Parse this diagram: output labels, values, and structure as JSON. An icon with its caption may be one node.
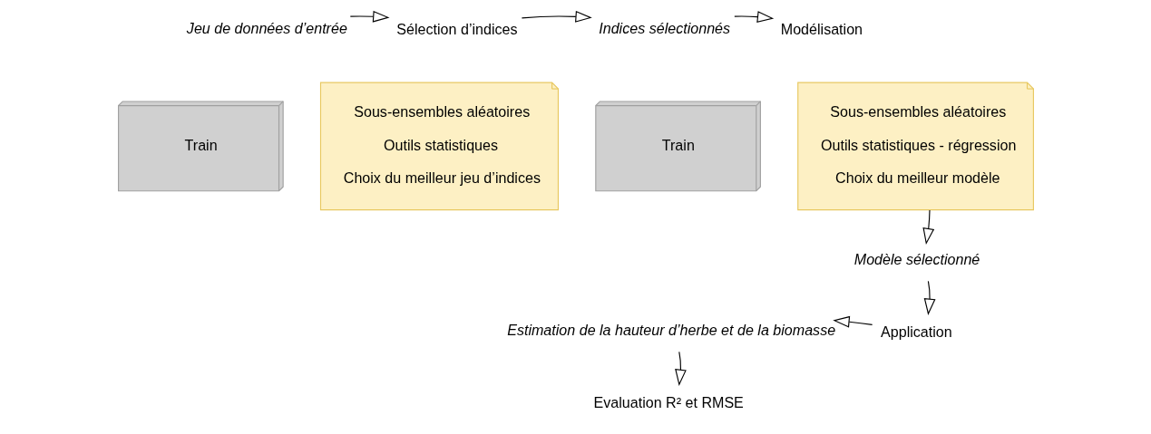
{
  "diagram": {
    "nodes": [
      {
        "text": [
          "Jeu de données d’entrée"
        ]
      },
      {
        "text": [
          "Sélection d’indices"
        ]
      },
      {
        "text": [
          "Indices sélectionnés"
        ]
      },
      {
        "text": [
          "Modélisation"
        ]
      },
      {
        "text": [
          "Train"
        ]
      },
      {
        "text": [
          "Sous-ensembles aléatoires",
          "Outils statistiques",
          "Choix du meilleur jeu d’indices"
        ]
      },
      {
        "text": [
          "Train"
        ]
      },
      {
        "text": [
          "Sous-ensembles aléatoires",
          "Outils statistiques - régression",
          "Choix du meilleur modèle"
        ]
      },
      {
        "text": [
          "Modèle sélectionné"
        ]
      },
      {
        "text": [
          "Application"
        ]
      },
      {
        "text": [
          "Estimation de la hauteur d’herbe et de la biomasse"
        ]
      },
      {
        "text": [
          "Evaluation R² et RMSE"
        ]
      }
    ],
    "edges": [
      {
        "from": 0,
        "to": 1,
        "arrow": "to"
      },
      {
        "from": 1,
        "to": 2,
        "arrow": "to"
      },
      {
        "from": 2,
        "to": 3,
        "arrow": "to"
      },
      {
        "from": 7,
        "to": 8,
        "arrow": "to"
      },
      {
        "from": 8,
        "to": 9,
        "arrow": "to"
      },
      {
        "from": 9,
        "to": 10,
        "arrow": "to"
      },
      {
        "from": 10,
        "to": 11,
        "arrow": "to"
      }
    ]
  }
}
